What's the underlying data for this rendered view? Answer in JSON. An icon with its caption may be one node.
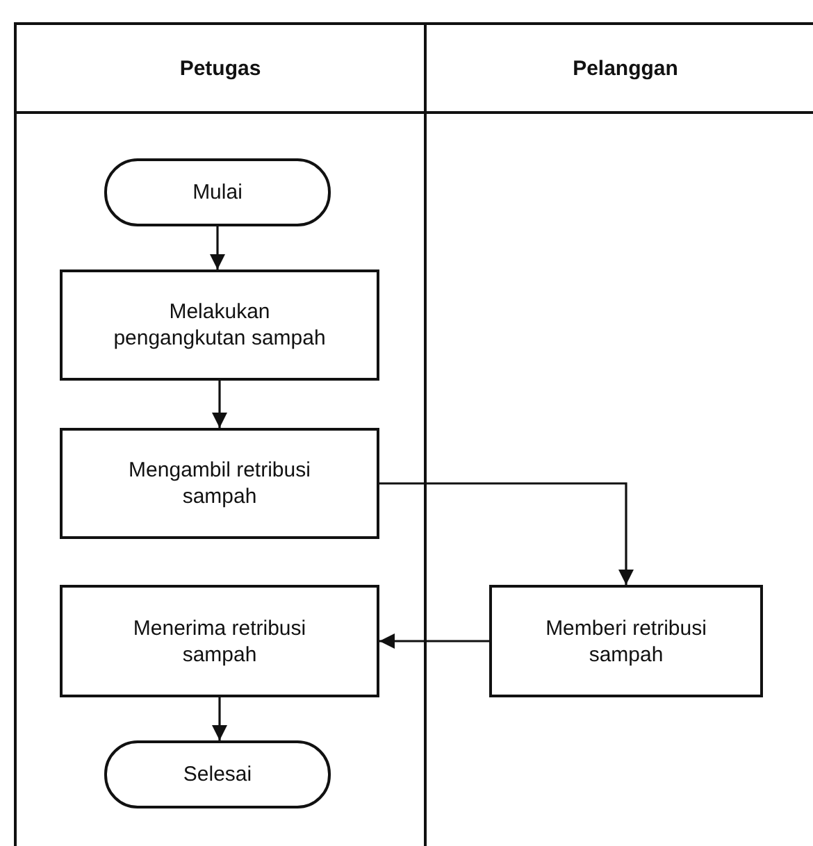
{
  "diagram": {
    "nodes": [
      {
        "text": [
          "Petugas"
        ]
      },
      {
        "text": [
          "Mulai"
        ],
        "in": 0
      },
      {
        "text": [
          "Melakukan pengangkutan sampah"
        ],
        "in": 0
      },
      {
        "text": [
          "Mengambil retribusi sampah"
        ],
        "in": 0
      },
      {
        "text": [
          "Menerima retribusi sampah"
        ],
        "in": 0
      },
      {
        "text": [
          "Selesai"
        ],
        "in": 0
      },
      {
        "text": [
          "Pelanggan"
        ]
      },
      {
        "text": [
          "Memberi retribusi sampah"
        ],
        "in": 6
      }
    ],
    "edges": [
      {
        "from": 1,
        "to": 2,
        "arrow": "to"
      },
      {
        "from": 2,
        "to": 3,
        "arrow": "to"
      },
      {
        "from": 3,
        "to": 7,
        "arrow": "to"
      },
      {
        "from": 7,
        "to": 4,
        "arrow": "to"
      },
      {
        "from": 4,
        "to": 5,
        "arrow": "to"
      }
    ]
  }
}
